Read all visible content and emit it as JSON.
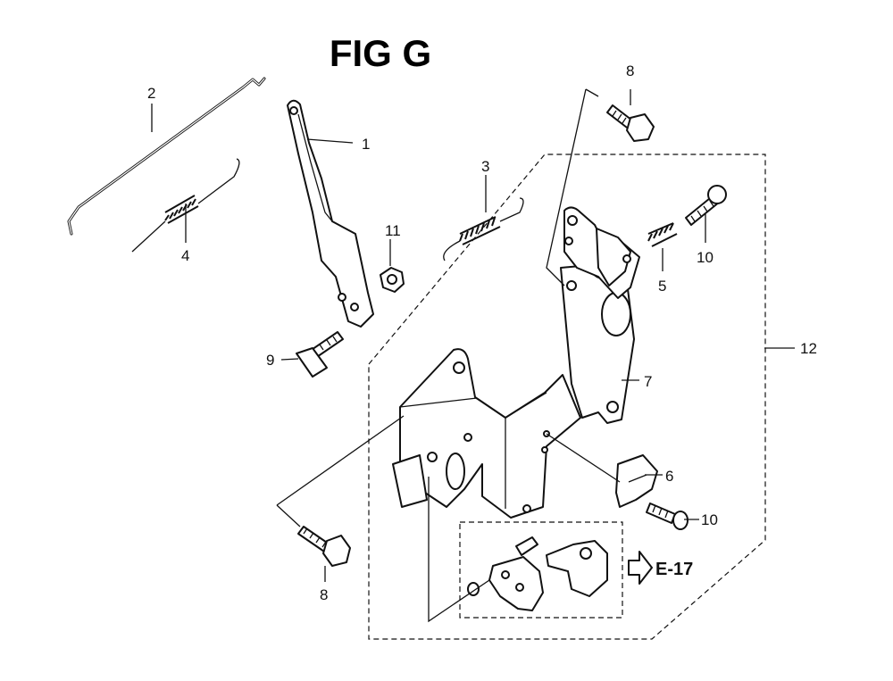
{
  "title": "FIG G",
  "callouts": [
    "1",
    "2",
    "3",
    "4",
    "5",
    "6",
    "7",
    "8",
    "8",
    "9",
    "10",
    "10",
    "11",
    "12"
  ],
  "reference": "E-17",
  "icons": [
    "arrow-right-icon"
  ]
}
